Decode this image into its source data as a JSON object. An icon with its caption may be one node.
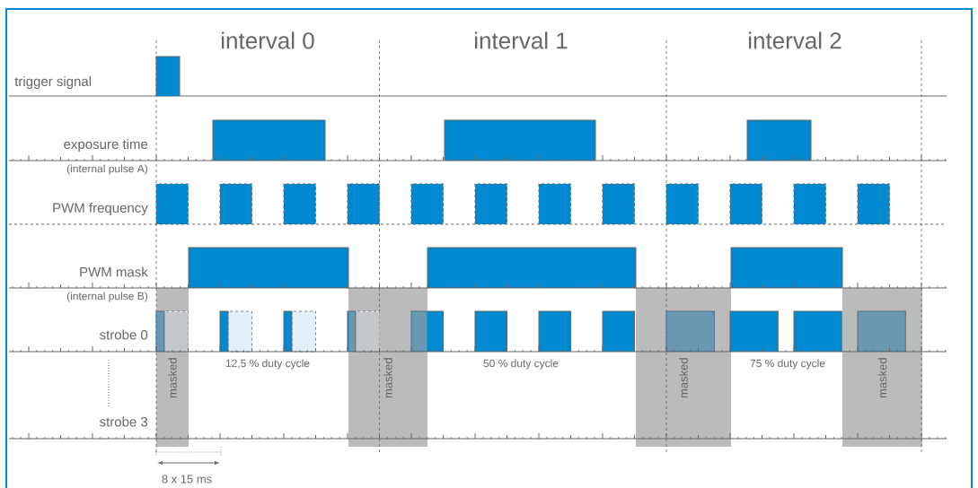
{
  "diagram": {
    "nodes": [
      {
        "text": [
          "masked"
        ]
      },
      {
        "text": [
          "masked"
        ]
      },
      {
        "text": [
          "masked"
        ]
      },
      {
        "text": [
          "masked"
        ]
      }
    ],
    "labels": [
      "interval 0",
      "interval 1",
      "interval 2",
      "trigger signal",
      "exposure time",
      "(internal pulse A)",
      "PWM frequency",
      "PWM mask",
      "(internal pulse B)",
      "strobe 0",
      "12,5 % duty cycle",
      "50 % duty cycle",
      "75 % duty cycle",
      "strobe 3",
      "8 x 15 ms"
    ]
  }
}
